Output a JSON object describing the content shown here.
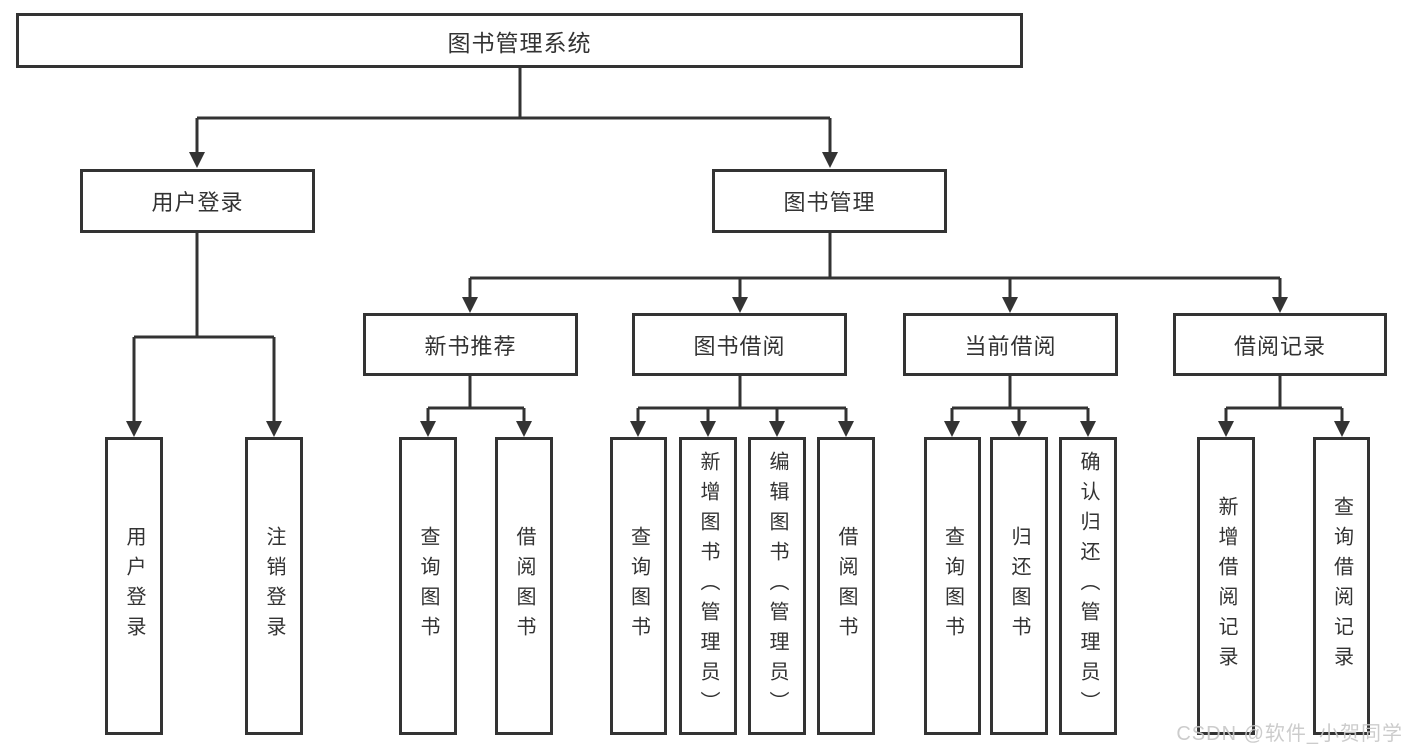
{
  "diagram": {
    "root": {
      "label": "图书管理系统"
    },
    "level2": [
      {
        "key": "user-login",
        "label": "用户登录"
      },
      {
        "key": "book-management",
        "label": "图书管理"
      }
    ],
    "level3": [
      {
        "key": "new-book-recommend",
        "label": "新书推荐"
      },
      {
        "key": "book-borrow",
        "label": "图书借阅"
      },
      {
        "key": "current-borrow",
        "label": "当前借阅"
      },
      {
        "key": "borrow-record",
        "label": "借阅记录"
      }
    ],
    "leaves": [
      {
        "key": "user-login-action",
        "parent": "user-login",
        "label": "用户登录"
      },
      {
        "key": "logout-action",
        "parent": "user-login",
        "label": "注销登录"
      },
      {
        "key": "query-book-recommend",
        "parent": "new-book-recommend",
        "label": "查询图书"
      },
      {
        "key": "borrow-book-recommend",
        "parent": "new-book-recommend",
        "label": "借阅图书"
      },
      {
        "key": "query-book-borrow",
        "parent": "book-borrow",
        "label": "查询图书"
      },
      {
        "key": "add-book-admin",
        "parent": "book-borrow",
        "label": "新增图书（管理员）"
      },
      {
        "key": "edit-book-admin",
        "parent": "book-borrow",
        "label": "编辑图书（管理员）"
      },
      {
        "key": "borrow-book-action",
        "parent": "book-borrow",
        "label": "借阅图书"
      },
      {
        "key": "query-book-current",
        "parent": "current-borrow",
        "label": "查询图书"
      },
      {
        "key": "return-book",
        "parent": "current-borrow",
        "label": "归还图书"
      },
      {
        "key": "confirm-return-admin",
        "parent": "current-borrow",
        "label": "确认归还（管理员）"
      },
      {
        "key": "add-borrow-record",
        "parent": "borrow-record",
        "label": "新增借阅记录"
      },
      {
        "key": "query-borrow-record",
        "parent": "borrow-record",
        "label": "查询借阅记录"
      }
    ],
    "watermark": "CSDN @软件_小贺同学",
    "colors": {
      "line": "#333333",
      "box_border": "#333333",
      "box_fill": "#ffffff",
      "text": "#333333",
      "watermark": "#c8c8c8",
      "background": "#ffffff"
    }
  }
}
